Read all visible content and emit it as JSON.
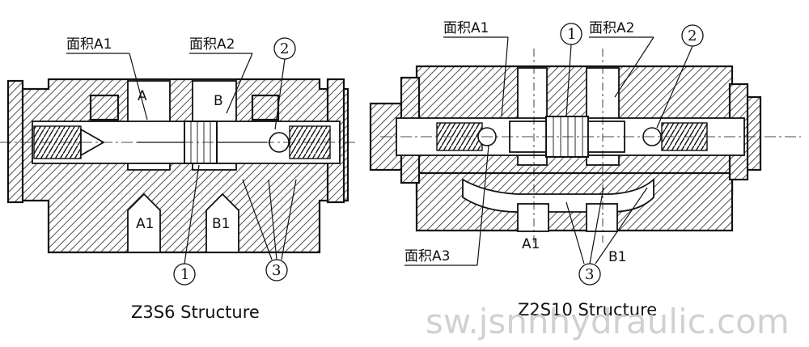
{
  "left_diagram": {
    "label_area_a1": "面积A1",
    "label_area_a2": "面积A2",
    "port_a": "A",
    "port_b": "B",
    "port_a1": "A1",
    "port_b1": "B1",
    "callout_1": "1",
    "callout_2": "2",
    "callout_3": "3",
    "caption": "Z3S6 Structure"
  },
  "right_diagram": {
    "label_area_a1": "面积A1",
    "label_area_a2": "面积A2",
    "label_area_a3": "面积A3",
    "port_a1": "A1",
    "port_b1": "B1",
    "callout_1": "1",
    "callout_2": "2",
    "callout_3": "3",
    "caption": "Z2S10 Structure"
  },
  "watermark": "sw.jsnnhydraulic.com"
}
